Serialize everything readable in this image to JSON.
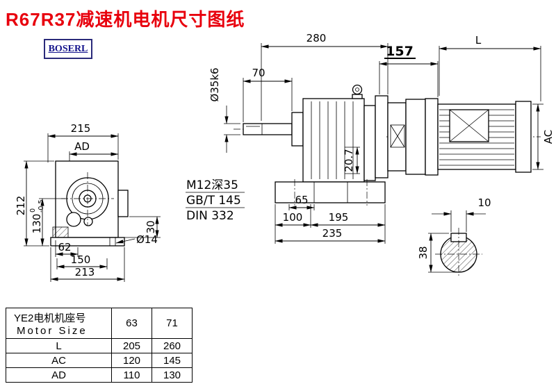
{
  "page": {
    "title": "R67R37减速机电机尺寸图纸",
    "logo_text": "BOSERL"
  },
  "dims": {
    "front": {
      "w215": "215",
      "ad": "AD",
      "h212": "212",
      "h130": "130",
      "h130_tol_top": "0",
      "h130_tol_bot": "-0.5",
      "d62": "62",
      "d150": "150",
      "d213": "213",
      "d30": "30",
      "dia14": "Ø14"
    },
    "side": {
      "d280": "280",
      "d70": "70",
      "shaft_dia": "Ø35k6",
      "callout_m12": "M12深35",
      "callout_gbt": "GB/T 145",
      "callout_din": "DIN 332",
      "d207": "20.7",
      "d65": "65",
      "d100": "100",
      "d195": "195",
      "d235": "235"
    },
    "motor": {
      "d157": "157",
      "L": "L",
      "AC": "AC"
    },
    "section": {
      "d10": "10",
      "d38": "38"
    }
  },
  "table": {
    "header": {
      "cn": "YE2电机机座号",
      "en": "Motor Size",
      "c1": "63",
      "c2": "71"
    },
    "rows": [
      {
        "label": "L",
        "v1": "205",
        "v2": "260"
      },
      {
        "label": "AC",
        "v1": "120",
        "v2": "145"
      },
      {
        "label": "AD",
        "v1": "110",
        "v2": "130"
      }
    ]
  }
}
